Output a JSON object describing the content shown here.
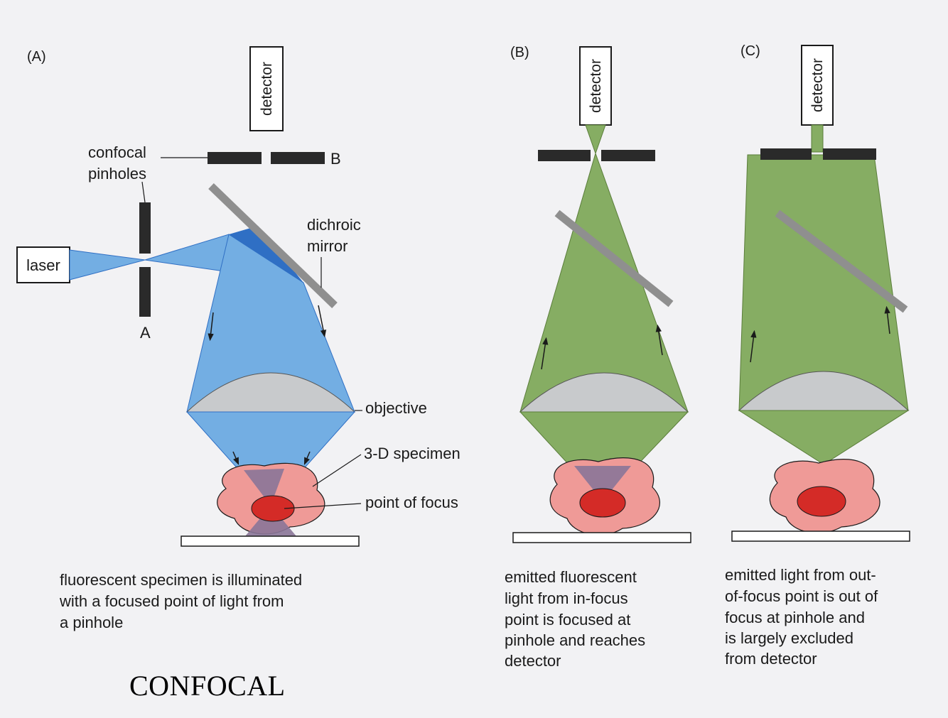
{
  "colors": {
    "blue_light": "#73aee3",
    "blue_dark": "#2f6fc4",
    "green": "#86ad63",
    "green_stroke": "#5a7d3a",
    "lens": "#c8cacc",
    "specimen_pink": "#ef9a97",
    "focus_red": "#d42b27",
    "specimen_purple": "#8a7598",
    "pinhole": "#2a2a2a",
    "mirror": "#8f8f8f"
  },
  "panels": {
    "A": {
      "label": "(A)",
      "detector": "detector",
      "laser": "laser",
      "confocal_pinholes": [
        "confocal",
        "pinholes"
      ],
      "pinhole_a": "A",
      "pinhole_b": "B",
      "dichroic_mirror": [
        "dichroic",
        "mirror"
      ],
      "objective": "objective",
      "specimen": "3-D specimen",
      "point_of_focus": "point of focus",
      "caption": [
        "fluorescent specimen is illuminated",
        "with a focused point of light from",
        "a pinhole"
      ]
    },
    "B": {
      "label": "(B)",
      "detector": "detector",
      "caption": [
        "emitted fluorescent",
        "light from in-focus",
        "point is focused at",
        "pinhole and reaches",
        "detector"
      ]
    },
    "C": {
      "label": "(C)",
      "detector": "detector",
      "caption": [
        "emitted light from out-",
        "of-focus point is out of",
        "focus at pinhole and",
        "is largely excluded",
        "from detector"
      ]
    }
  },
  "title": "CONFOCAL"
}
